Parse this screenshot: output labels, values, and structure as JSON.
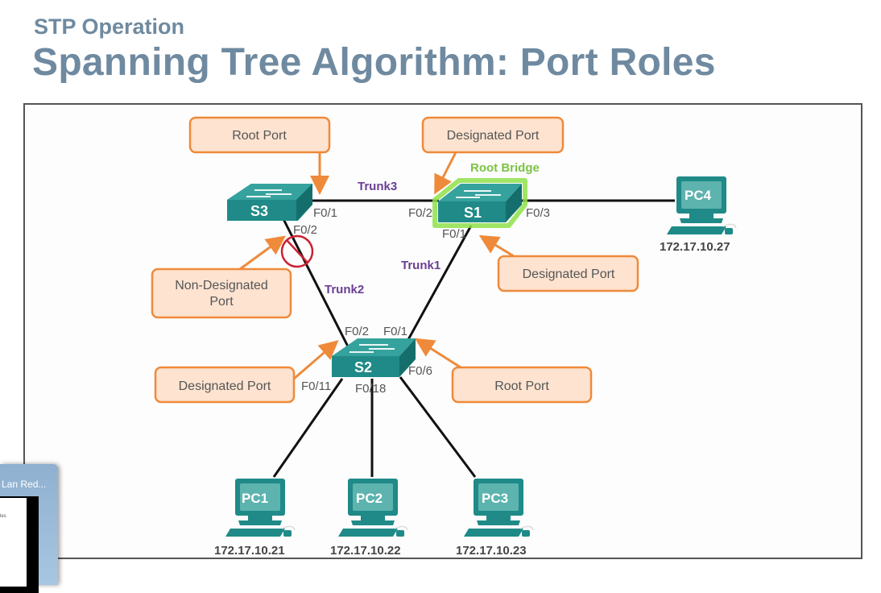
{
  "header": {
    "subtitle": "STP Operation",
    "title": "Spanning Tree Algorithm: Port Roles"
  },
  "colors": {
    "title": "#6f8aa0",
    "switch": "#1f8a87",
    "callout_fill": "#fde3d0",
    "callout_border": "#ef8a3a",
    "arrow": "#ef8a3a",
    "trunk_label": "#6a3f93",
    "root_bridge": "#7cc243",
    "blocked": "#cc2233"
  },
  "diagram": {
    "root_bridge_label": "Root Bridge",
    "switches": [
      {
        "id": "S1",
        "label": "S1",
        "root_bridge": true
      },
      {
        "id": "S2",
        "label": "S2",
        "root_bridge": false
      },
      {
        "id": "S3",
        "label": "S3",
        "root_bridge": false
      }
    ],
    "pcs": [
      {
        "id": "PC1",
        "label": "PC1",
        "ip": "172.17.10.21"
      },
      {
        "id": "PC2",
        "label": "PC2",
        "ip": "172.17.10.22"
      },
      {
        "id": "PC3",
        "label": "PC3",
        "ip": "172.17.10.23"
      },
      {
        "id": "PC4",
        "label": "PC4",
        "ip": "172.17.10.27"
      }
    ],
    "trunks": [
      {
        "id": "trunk1",
        "label": "Trunk1"
      },
      {
        "id": "trunk2",
        "label": "Trunk2"
      },
      {
        "id": "trunk3",
        "label": "Trunk3"
      }
    ],
    "ports": {
      "s3_f01": "F0/1",
      "s3_f02": "F0/2",
      "s1_f02": "F0/2",
      "s1_f01": "F0/1",
      "s1_f03": "F0/3",
      "s2_f02": "F0/2",
      "s2_f01": "F0/1",
      "s2_f06": "F0/6",
      "s2_f011": "F0/11",
      "s2_f018": "F0/18"
    },
    "callouts": [
      {
        "id": "s3-root-port",
        "lines": [
          "Root Port"
        ]
      },
      {
        "id": "s1-designated-port-f02",
        "lines": [
          "Designated Port"
        ]
      },
      {
        "id": "s1-designated-port-f01",
        "lines": [
          "Designated Port"
        ]
      },
      {
        "id": "s3-non-designated-port",
        "lines": [
          "Non-Designated",
          "Port"
        ]
      },
      {
        "id": "s2-designated-port",
        "lines": [
          "Designated Port"
        ]
      },
      {
        "id": "s2-root-port",
        "lines": [
          "Root Port"
        ]
      }
    ]
  },
  "taskbar_thumbnail": {
    "title": "Lan Red...",
    "preview_text": "les"
  }
}
